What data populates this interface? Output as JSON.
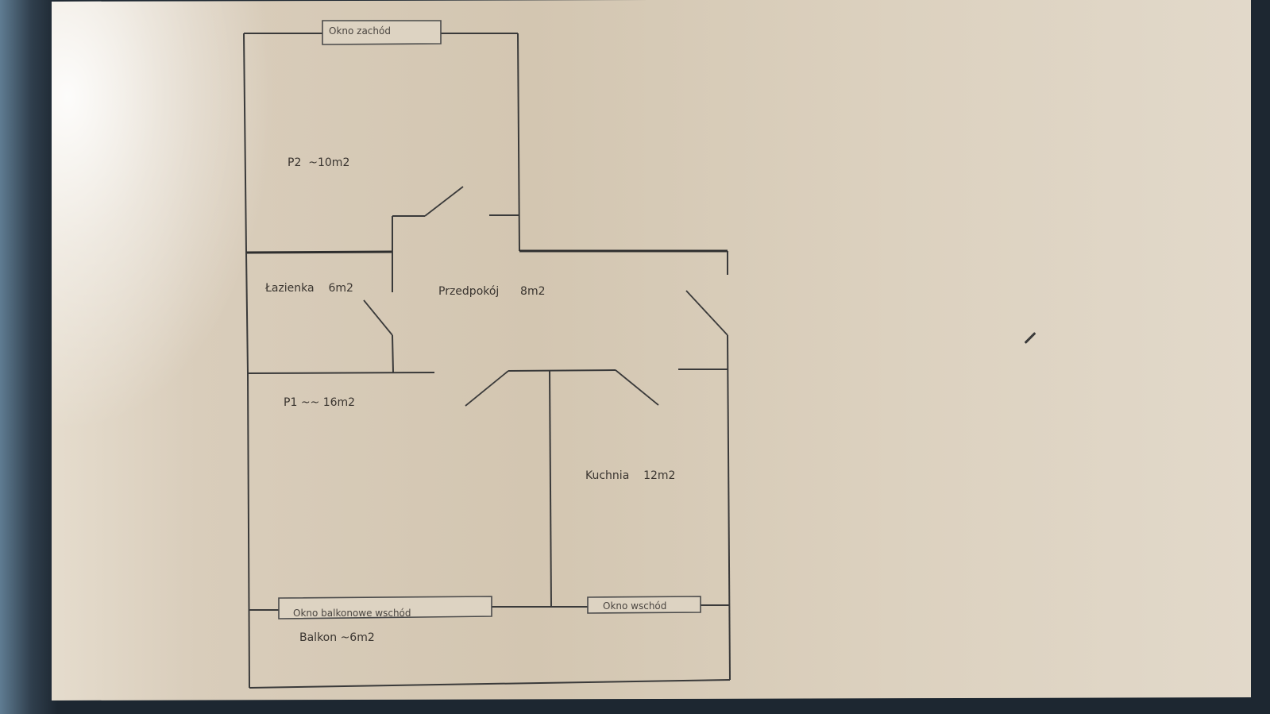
{
  "floorplan": {
    "windows": {
      "west": "Okno zachód",
      "balcony_east": "Okno balkonowe wschód",
      "east": "Okno wschód"
    },
    "rooms": {
      "p2": {
        "name": "P2",
        "area": "~10m2"
      },
      "bathroom": {
        "name": "Łazienka",
        "area": "6m2"
      },
      "hallway": {
        "name": "Przedpokój",
        "area": "8m2"
      },
      "p1": {
        "name": "P1",
        "area": "~~ 16m2"
      },
      "kitchen": {
        "name": "Kuchnia",
        "area": "12m2"
      },
      "balcony": {
        "name": "Balkon",
        "area": "~6m2"
      }
    }
  },
  "icons": {
    "cursor": "pen-cursor-icon"
  },
  "colors": {
    "paper": "#d6c9b5",
    "lines": "#3a3a3a",
    "frame": "#1d2731"
  }
}
